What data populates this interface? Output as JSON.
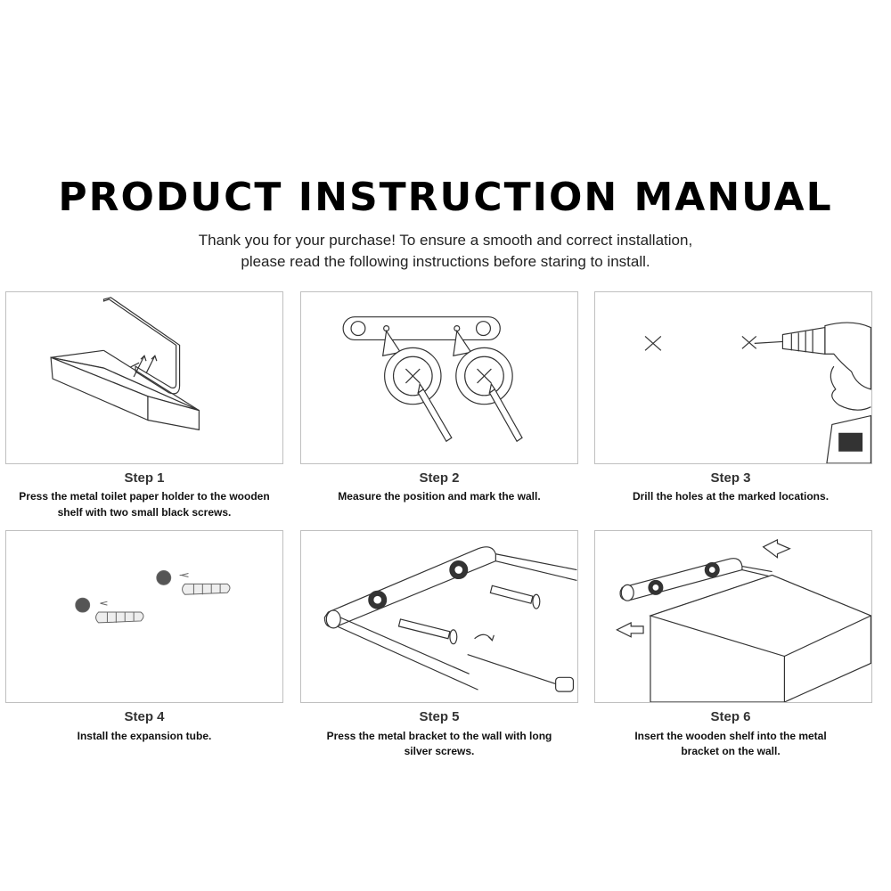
{
  "header": {
    "title": "PRODUCT INSTRUCTION MANUAL",
    "intro_line1": "Thank you for your purchase! To ensure a smooth and correct installation,",
    "intro_line2": "please read the following instructions before staring to install."
  },
  "steps": [
    {
      "title": "Step 1",
      "line1": "Press the metal toilet paper holder to the wooden",
      "line2": "shelf with two small black screws."
    },
    {
      "title": "Step 2",
      "line1": "Measure the position and mark the wall.",
      "line2": ""
    },
    {
      "title": "Step 3",
      "line1": "Drill the holes at the marked locations.",
      "line2": ""
    },
    {
      "title": "Step 4",
      "line1": "Install the expansion tube.",
      "line2": ""
    },
    {
      "title": "Step 5",
      "line1": "Press the metal bracket to the wall with long",
      "line2": "silver screws."
    },
    {
      "title": "Step 6",
      "line1": "Insert the wooden shelf into the metal",
      "line2": "bracket on the wall."
    }
  ],
  "icons": [
    "shelf-with-holder-illustration",
    "bracket-marking-illustration",
    "drill-illustration",
    "expansion-tube-illustration",
    "bracket-screws-illustration",
    "shelf-insert-illustration"
  ]
}
